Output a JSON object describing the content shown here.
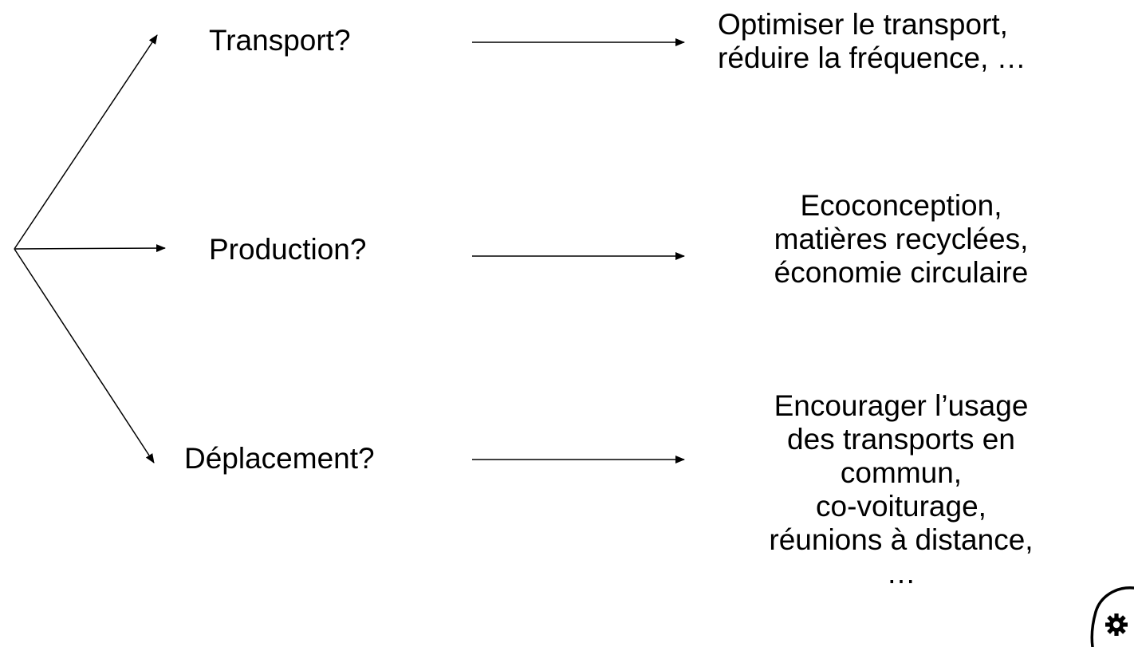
{
  "branches": [
    {
      "question": "Transport?",
      "answer_lines": [
        "Optimiser le transport,",
        "réduire la fréquence, …"
      ]
    },
    {
      "question": "Production?",
      "answer_lines": [
        "Ecoconception,",
        "matières recyclées,",
        "économie circulaire"
      ]
    },
    {
      "question": "Déplacement?",
      "answer_lines": [
        "Encourager l’usage",
        "des transports en",
        "commun,",
        "co-voiturage,",
        "réunions à distance,",
        "…"
      ]
    }
  ],
  "colors": {
    "line": "#000000",
    "text": "#000000",
    "background": "#ffffff"
  },
  "icons": {
    "corner_badge": "gear-icon"
  }
}
